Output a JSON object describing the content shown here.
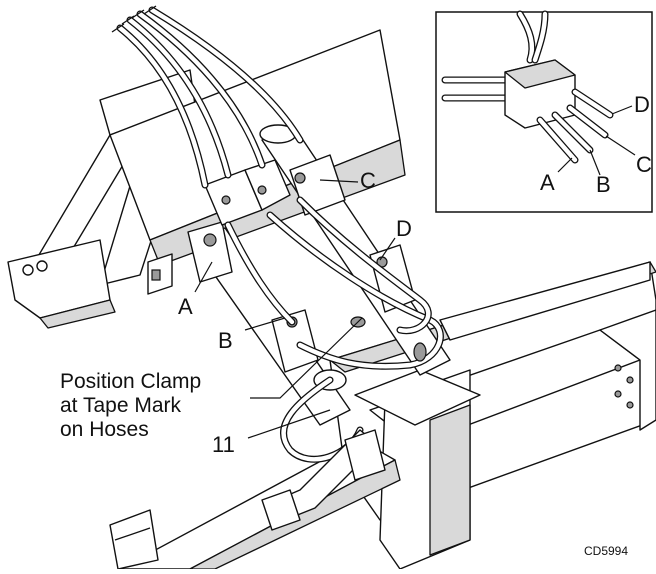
{
  "labels": {
    "a": "A",
    "b": "B",
    "c": "C",
    "d": "D"
  },
  "inset_labels": {
    "a": "A",
    "b": "B",
    "c": "C",
    "d": "D"
  },
  "callout": {
    "line1": "Position Clamp",
    "line2": "at Tape Mark",
    "line3": "on Hoses"
  },
  "part_number": "11",
  "figure_code": "CD5994",
  "colors": {
    "ink": "#111111",
    "shade": "#d9d9d9",
    "background": "#ffffff"
  }
}
